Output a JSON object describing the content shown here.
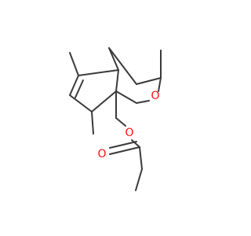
{
  "colors": {
    "bond": "#3a3a3a",
    "oxygen": "#ff0d0d",
    "background": "#ffffff"
  },
  "structure": {
    "atom_labels": {
      "ring_oxygen": "O",
      "ester_oxygen": "O",
      "carbonyl_oxygen": "O"
    }
  }
}
